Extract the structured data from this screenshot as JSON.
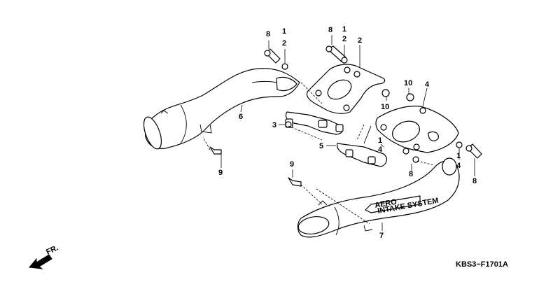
{
  "diagram": {
    "code": "KBS3−F1701A",
    "direction_label": "FR.",
    "stamp_text_line1": "AERO",
    "stamp_text_line2": "INTAKE SYSTEM",
    "callouts": [
      {
        "id": "c8a",
        "label": "8"
      },
      {
        "id": "c1a",
        "label": "1"
      },
      {
        "id": "c2a",
        "label": "2"
      },
      {
        "id": "c8b",
        "label": "8"
      },
      {
        "id": "c1b",
        "label": "1"
      },
      {
        "id": "c2b",
        "label": "2"
      },
      {
        "id": "c2c",
        "label": "2"
      },
      {
        "id": "c10a",
        "label": "10"
      },
      {
        "id": "c10b",
        "label": "10"
      },
      {
        "id": "c4a",
        "label": "4"
      },
      {
        "id": "c6",
        "label": "6"
      },
      {
        "id": "c3",
        "label": "3"
      },
      {
        "id": "c5",
        "label": "5"
      },
      {
        "id": "c1c",
        "label": "1"
      },
      {
        "id": "c4b",
        "label": "4"
      },
      {
        "id": "c8c",
        "label": "8"
      },
      {
        "id": "c1d",
        "label": "1"
      },
      {
        "id": "c4c",
        "label": "4"
      },
      {
        "id": "c8d",
        "label": "8"
      },
      {
        "id": "c9a",
        "label": "9"
      },
      {
        "id": "c9b",
        "label": "9"
      },
      {
        "id": "c7",
        "label": "7"
      }
    ]
  }
}
